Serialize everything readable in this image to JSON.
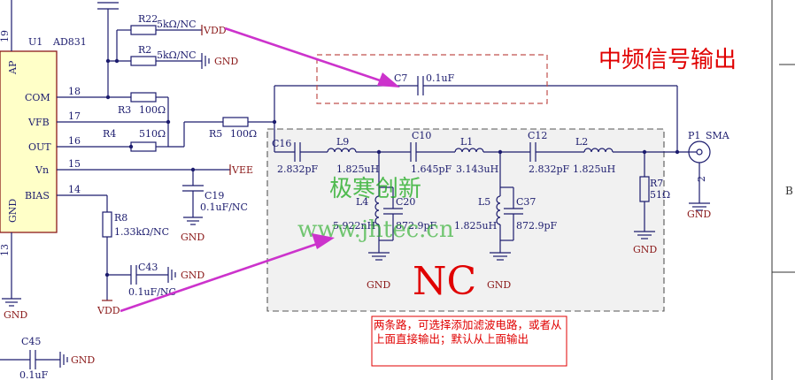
{
  "title_cn": "中频信号输出",
  "nc_label": "NC",
  "note_text": "两条路，可选择添加滤波电路，或者从上面直接输出；默认从上面输出",
  "watermark": {
    "name": "极寒创新",
    "url": "www.jhtec.cn"
  },
  "ic": {
    "ref": "U1",
    "part": "AD831",
    "pins": [
      {
        "num": "19",
        "name": "AP"
      },
      {
        "num": "18",
        "name": "COM"
      },
      {
        "num": "17",
        "name": "VFB"
      },
      {
        "num": "16",
        "name": "OUT"
      },
      {
        "num": "15",
        "name": "Vn"
      },
      {
        "num": "14",
        "name": "BIAS"
      },
      {
        "num": "13",
        "name": "GND"
      }
    ]
  },
  "components": {
    "R22": {
      "ref": "R22",
      "value": "5kΩ/NC"
    },
    "R2": {
      "ref": "R2",
      "value": "5kΩ/NC"
    },
    "R3": {
      "ref": "R3",
      "value": "100Ω"
    },
    "R4": {
      "ref": "R4",
      "value": "510Ω"
    },
    "R5": {
      "ref": "R5",
      "value": "100Ω"
    },
    "R8": {
      "ref": "R8",
      "value": "1.33kΩ/NC"
    },
    "R7": {
      "ref": "R7",
      "value": "51Ω"
    },
    "C7": {
      "ref": "C7",
      "value": "0.1uF"
    },
    "C16": {
      "ref": "C16",
      "value": "2.832pF"
    },
    "C10": {
      "ref": "C10",
      "value": "1.645pF"
    },
    "C12": {
      "ref": "C12",
      "value": "2.832pF"
    },
    "C19": {
      "ref": "C19",
      "value": "0.1uF/NC"
    },
    "C20": {
      "ref": "C20",
      "value": "872.9pF"
    },
    "C37": {
      "ref": "C37",
      "value": "872.9pF"
    },
    "C43": {
      "ref": "C43",
      "value": "0.1uF/NC"
    },
    "C45": {
      "ref": "C45",
      "value": "0.1uF"
    },
    "L9": {
      "ref": "L9",
      "value": "1.825uH"
    },
    "L1": {
      "ref": "L1",
      "value": "3.143uH"
    },
    "L2": {
      "ref": "L2",
      "value": "1.825uH"
    },
    "L4": {
      "ref": "L4",
      "value": "5.922nH"
    },
    "L5": {
      "ref": "L5",
      "value": "1.825uH"
    },
    "P1": {
      "ref": "P1",
      "value": "SMA"
    }
  },
  "power": {
    "vdd": "VDD",
    "vee": "VEE",
    "gnd": "GND"
  },
  "connector_pin2": "2",
  "border_letter": "B",
  "colors": {
    "wire": "#1c1c6e",
    "power": "#8b1a1a",
    "note": "#e00000",
    "arrow": "#cc33cc",
    "watermark": "#1aa81a",
    "title": "#e00000"
  }
}
